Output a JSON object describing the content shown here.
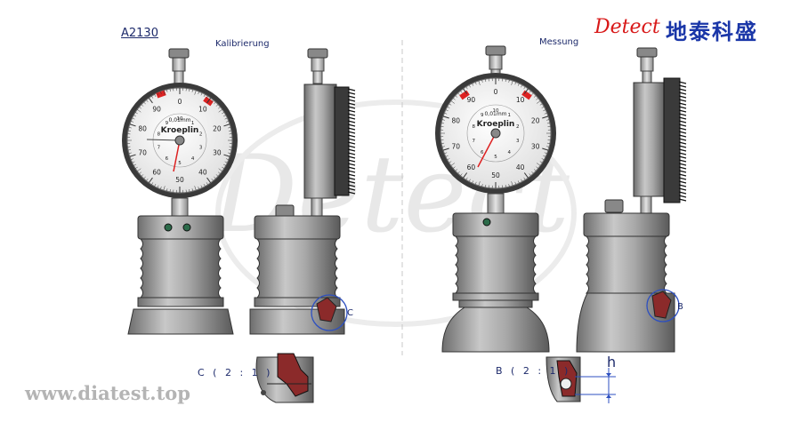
{
  "header": {
    "model": "A2130",
    "calibration_label": "Kalibrierung",
    "measurement_label": "Messung",
    "brand": "Detect",
    "brand_cn": "地泰科盛"
  },
  "footer": {
    "website": "www.diatest.top"
  },
  "details": {
    "c_label": "C ( 2 : 1 )",
    "b_label": "B ( 2 : 1 )",
    "c_callout": "C",
    "b_callout": "B",
    "dimension": "h"
  },
  "watermark": "Detect",
  "dial": {
    "maker": "Kroeplin",
    "resolution": "0,01mm",
    "outer_scale": [
      "0",
      "10",
      "20",
      "30",
      "40",
      "50",
      "60",
      "70",
      "80",
      "90"
    ],
    "inner_scale": [
      "1",
      "2",
      "3",
      "4",
      "5",
      "6",
      "7",
      "8",
      "9",
      "10"
    ]
  },
  "colors": {
    "text": "#1d2a6b",
    "brand_red": "#d81818",
    "brand_blue": "#1a36a8",
    "body_grey": "#9a9a9a",
    "section_red": "#8b2a2a",
    "callout_blue": "#2d4fc0"
  }
}
